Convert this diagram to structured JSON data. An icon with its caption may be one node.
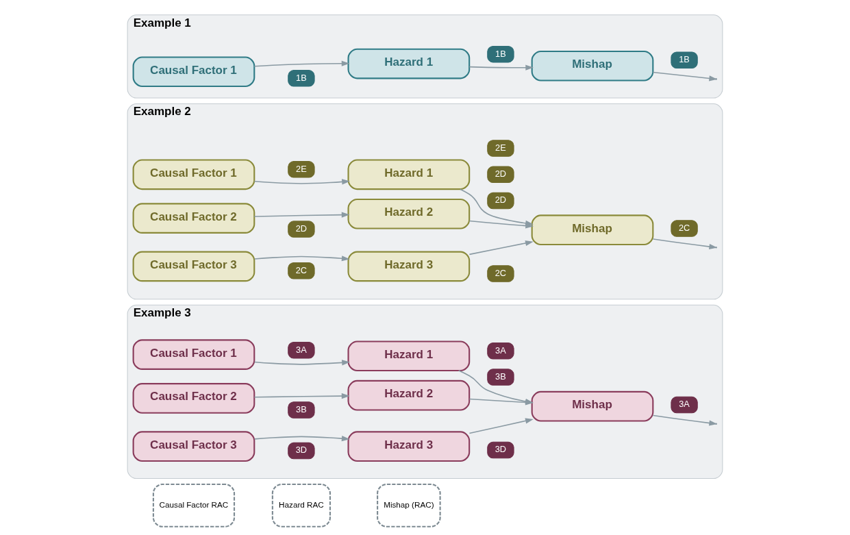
{
  "diagram": {
    "nodes": [
      {
        "text": [
          "Causal Factor RAC"
        ]
      },
      {
        "text": [
          "Hazard RAC"
        ]
      },
      {
        "text": [
          "Mishap (RAC)"
        ]
      },
      {
        "text": [
          "Example 1"
        ]
      },
      {
        "text": [
          "Causal Factor 1"
        ],
        "in": 3
      },
      {
        "text": [
          "1B"
        ],
        "in": 3
      },
      {
        "text": [
          "Hazard 1"
        ],
        "in": 3
      },
      {
        "text": [
          "1B"
        ],
        "in": 3
      },
      {
        "text": [
          "Mishap"
        ],
        "in": 3
      },
      {
        "text": [
          "1B"
        ],
        "in": 3
      },
      {
        "text": [
          "Example 2"
        ]
      },
      {
        "text": [
          "Causal Factor 1"
        ],
        "in": 10
      },
      {
        "text": [
          "2E"
        ],
        "in": 10
      },
      {
        "text": [
          "Hazard 1"
        ],
        "in": 10
      },
      {
        "text": [
          "2E"
        ],
        "in": 10
      },
      {
        "text": [
          "2D"
        ],
        "in": 10
      },
      {
        "text": [
          "2C"
        ],
        "in": 10
      },
      {
        "text": [
          "Causal Factor 2"
        ],
        "in": 10
      },
      {
        "text": [
          "2D"
        ],
        "in": 10
      },
      {
        "text": [
          "Hazard 2"
        ],
        "in": 10
      },
      {
        "text": [
          "Mishap"
        ],
        "in": 10
      },
      {
        "text": [
          "2D"
        ],
        "in": 10
      },
      {
        "text": [
          "Causal Factor 3"
        ],
        "in": 10
      },
      {
        "text": [
          "2C"
        ],
        "in": 10
      },
      {
        "text": [
          "Hazard 3"
        ],
        "in": 10
      },
      {
        "text": [
          "2C"
        ],
        "in": 10
      },
      {
        "text": [
          "Example 3"
        ]
      },
      {
        "text": [
          "Causal Factor 1"
        ],
        "in": 26
      },
      {
        "text": [
          "3A"
        ],
        "in": 26
      },
      {
        "text": [
          "Hazard 1"
        ],
        "in": 26
      },
      {
        "text": [
          "3A"
        ],
        "in": 26
      },
      {
        "text": [
          "Causal Factor 2"
        ],
        "in": 26
      },
      {
        "text": [
          "3B"
        ],
        "in": 26
      },
      {
        "text": [
          "Hazard 2"
        ],
        "in": 26
      },
      {
        "text": [
          "3B"
        ],
        "in": 26
      },
      {
        "text": [
          "Mishap"
        ],
        "in": 26
      },
      {
        "text": [
          "3A"
        ],
        "in": 26
      },
      {
        "text": [
          "Causal Factor 3"
        ],
        "in": 26
      },
      {
        "text": [
          "3D"
        ],
        "in": 26
      },
      {
        "text": [
          "Hazard 3"
        ],
        "in": 26
      },
      {
        "text": [
          "3D"
        ],
        "in": 26
      }
    ],
    "edges": [
      {
        "from": 4,
        "to": 6,
        "arrow": "to"
      },
      {
        "from": 6,
        "to": 8,
        "arrow": "to"
      },
      {
        "from": 8,
        "to": null,
        "arrow": "to"
      },
      {
        "from": 11,
        "to": 13,
        "arrow": "to"
      },
      {
        "from": 17,
        "to": 19,
        "arrow": "to"
      },
      {
        "from": 22,
        "to": 24,
        "arrow": "to"
      },
      {
        "from": 13,
        "to": 20,
        "arrow": "to"
      },
      {
        "from": 19,
        "to": 20,
        "arrow": "to"
      },
      {
        "from": 24,
        "to": 20,
        "arrow": "to"
      },
      {
        "from": 20,
        "to": null,
        "arrow": "to"
      },
      {
        "from": 27,
        "to": 29,
        "arrow": "to"
      },
      {
        "from": 31,
        "to": 33,
        "arrow": "to"
      },
      {
        "from": 37,
        "to": 39,
        "arrow": "to"
      },
      {
        "from": 29,
        "to": 35,
        "arrow": "to"
      },
      {
        "from": 33,
        "to": 35,
        "arrow": "to"
      },
      {
        "from": 39,
        "to": 35,
        "arrow": "to"
      },
      {
        "from": 35,
        "to": null,
        "arrow": "to"
      }
    ]
  }
}
